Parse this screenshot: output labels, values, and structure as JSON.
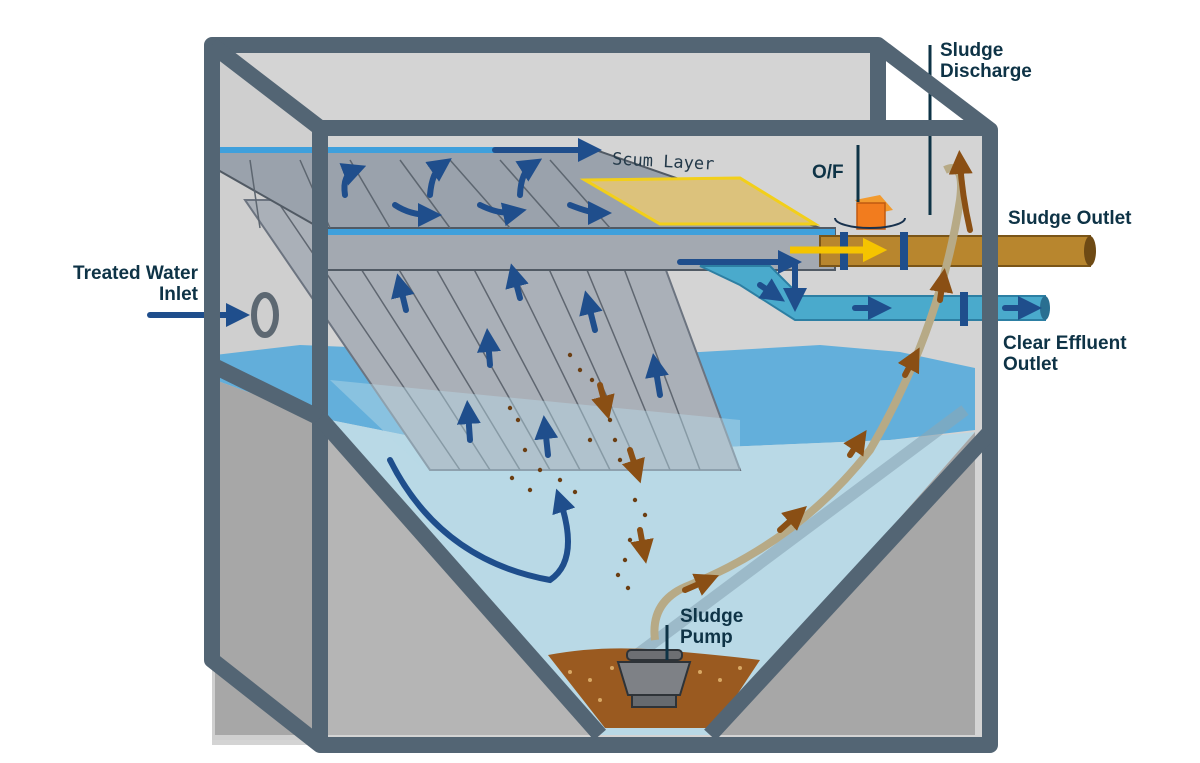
{
  "diagram": {
    "colors": {
      "frame": "#536574",
      "water": "#4fa8dc",
      "water_deep": "#b9d9e6",
      "plates": "#aab0b8",
      "scum": "#dcc27c",
      "scum_edge": "#f2cf1a",
      "sludge": "#9a5a20",
      "sludge_pipe": "#b8862e",
      "effluent_pipe": "#4aaacc",
      "flow_arrow": "#1f4e8c",
      "of_valve": "#f29a2e",
      "background_wall": "#d4d4d4",
      "hopper": "#a7a7a7"
    },
    "labels": {
      "treated_water_inlet": [
        "Treated Water",
        "Inlet"
      ],
      "sludge_discharge": [
        "Sludge",
        "Discharge"
      ],
      "overflow": "O/F",
      "sludge_outlet": "Sludge Outlet",
      "clear_effluent_outlet": [
        "Clear Effluent",
        "Outlet"
      ],
      "scum_layer": "Scum Layer",
      "sludge_pump": [
        "Sludge",
        "Pump"
      ]
    }
  }
}
